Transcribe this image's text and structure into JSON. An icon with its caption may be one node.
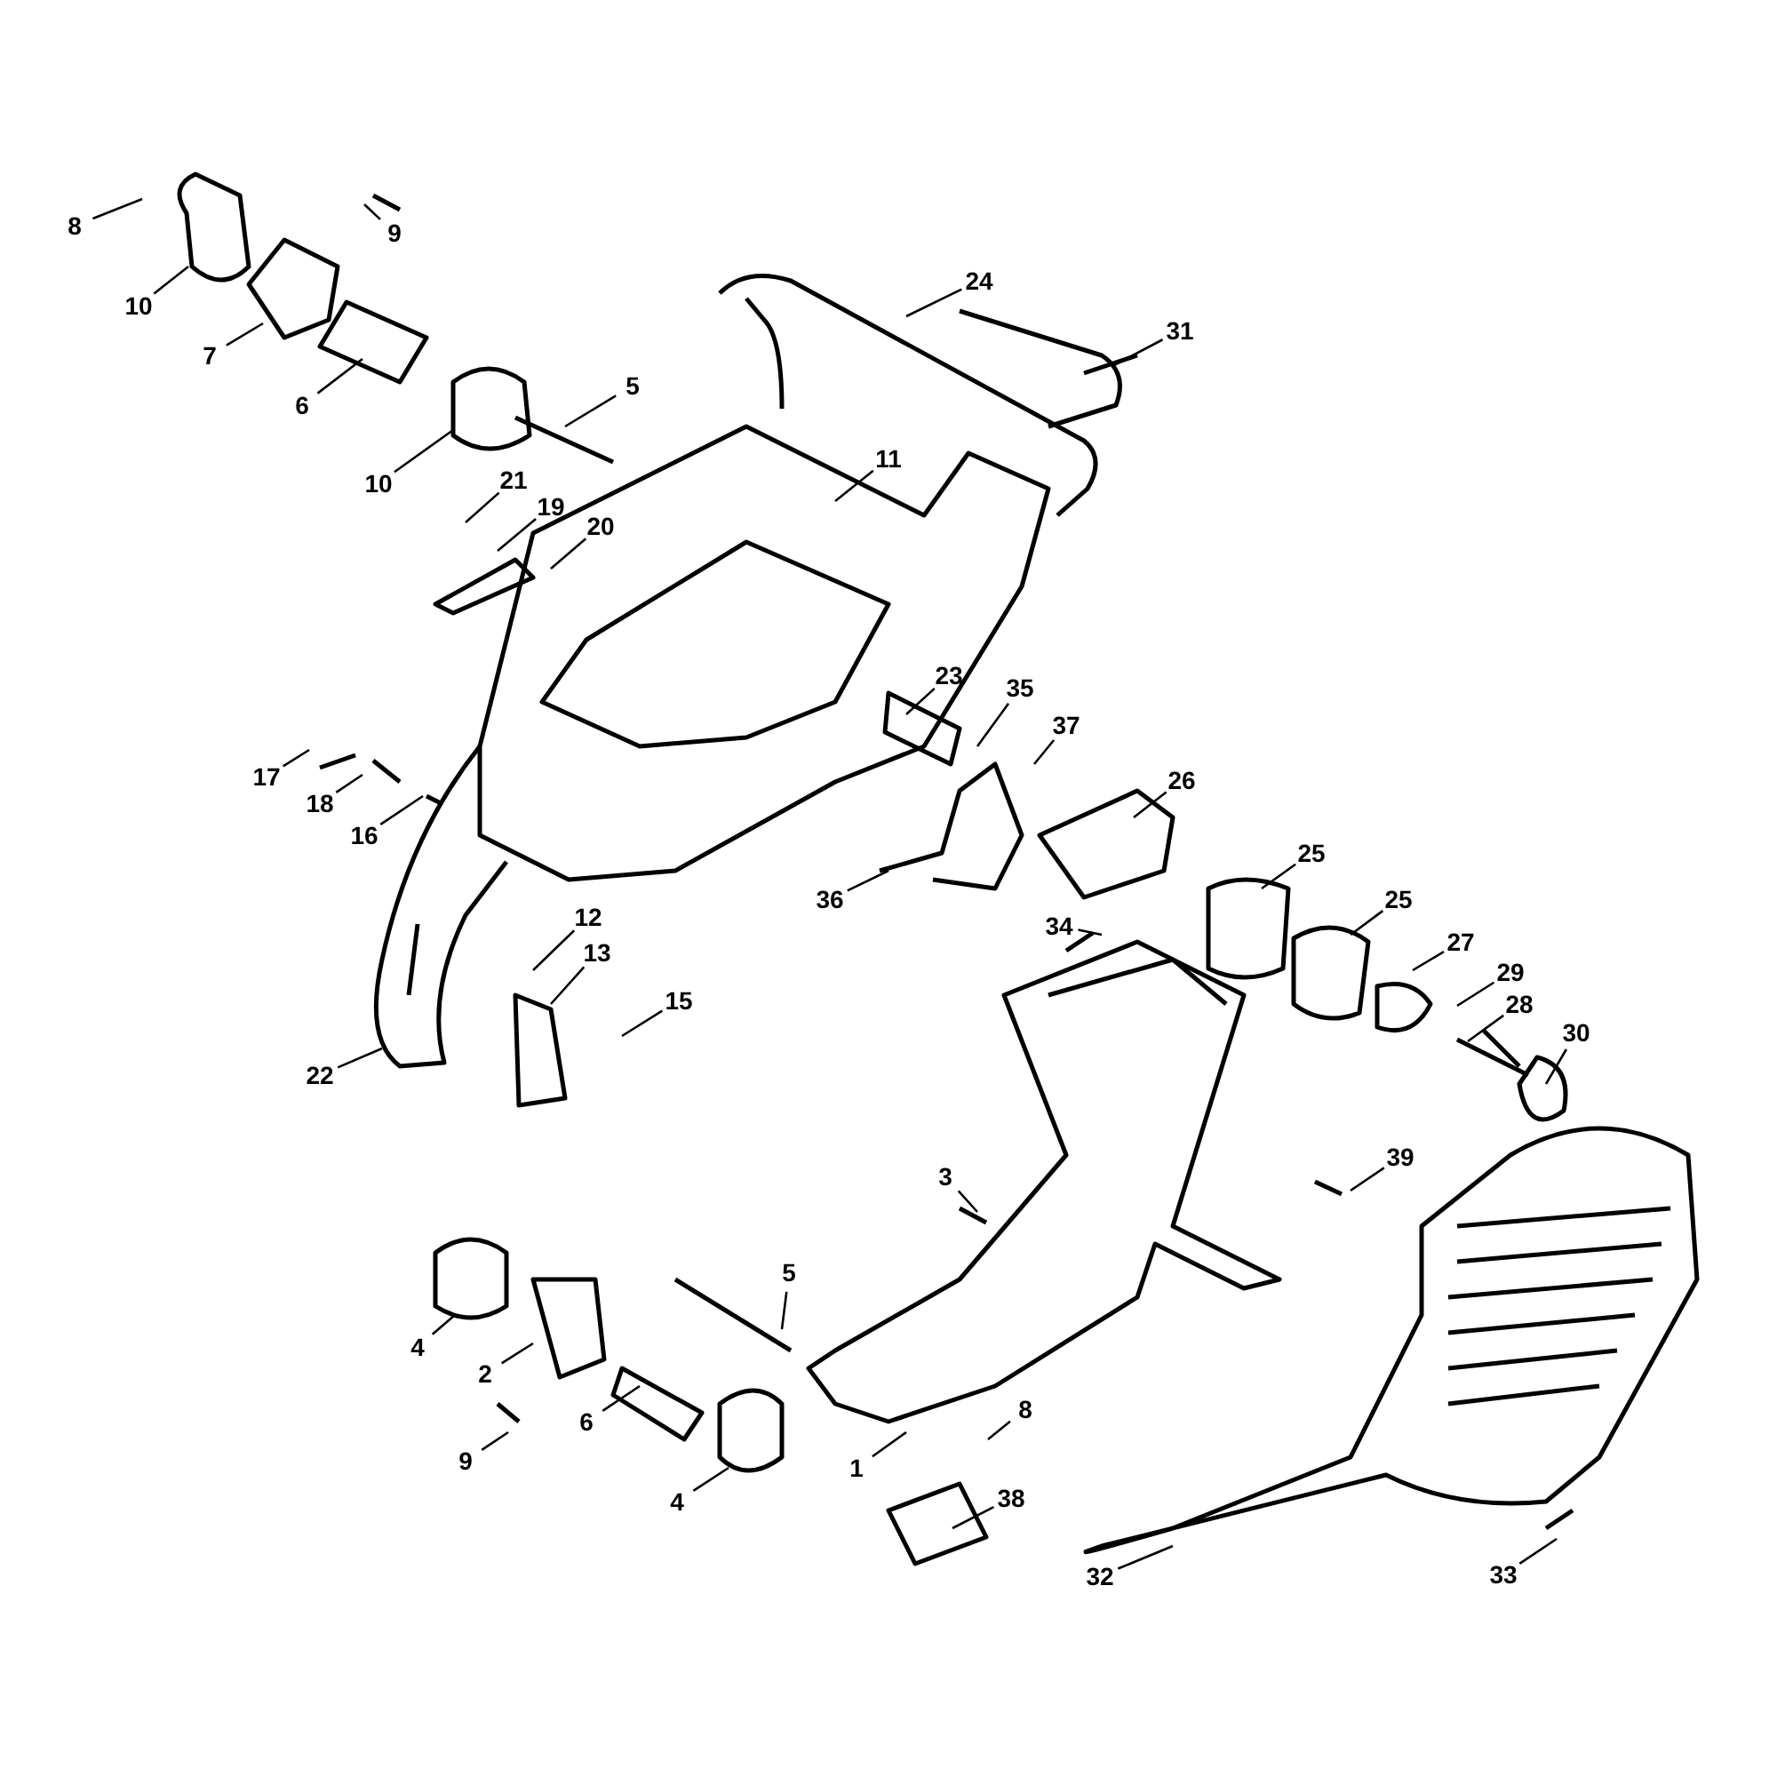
{
  "diagram": {
    "nodes": [
      {
        "text": [
          "8"
        ]
      },
      {
        "text": [
          "9"
        ]
      },
      {
        "text": [
          "10"
        ]
      },
      {
        "text": [
          "7"
        ]
      },
      {
        "text": [
          "24"
        ]
      },
      {
        "text": [
          "31"
        ]
      },
      {
        "text": [
          "6"
        ]
      },
      {
        "text": [
          "5"
        ]
      },
      {
        "text": [
          "10"
        ]
      },
      {
        "text": [
          "11"
        ]
      },
      {
        "text": [
          "21"
        ]
      },
      {
        "text": [
          "19"
        ]
      },
      {
        "text": [
          "20"
        ]
      },
      {
        "text": [
          "23"
        ]
      },
      {
        "text": [
          "35"
        ]
      },
      {
        "text": [
          "37"
        ]
      },
      {
        "text": [
          "17"
        ]
      },
      {
        "text": [
          "18"
        ]
      },
      {
        "text": [
          "16"
        ]
      },
      {
        "text": [
          "26"
        ]
      },
      {
        "text": [
          "36"
        ]
      },
      {
        "text": [
          "25"
        ]
      },
      {
        "text": [
          "25"
        ]
      },
      {
        "text": [
          "34"
        ]
      },
      {
        "text": [
          "12"
        ]
      },
      {
        "text": [
          "13"
        ]
      },
      {
        "text": [
          "27"
        ]
      },
      {
        "text": [
          "29"
        ]
      },
      {
        "text": [
          "28"
        ]
      },
      {
        "text": [
          "30"
        ]
      },
      {
        "text": [
          "15"
        ]
      },
      {
        "text": [
          "22"
        ]
      },
      {
        "text": [
          "3"
        ]
      },
      {
        "text": [
          "39"
        ]
      },
      {
        "text": [
          "5"
        ]
      },
      {
        "text": [
          "4"
        ]
      },
      {
        "text": [
          "2"
        ]
      },
      {
        "text": [
          "8"
        ]
      },
      {
        "text": [
          "6"
        ]
      },
      {
        "text": [
          "9"
        ]
      },
      {
        "text": [
          "1"
        ]
      },
      {
        "text": [
          "4"
        ]
      },
      {
        "text": [
          "38"
        ]
      },
      {
        "text": [
          "32"
        ]
      },
      {
        "text": [
          "33"
        ]
      }
    ],
    "edges": [
      {
        "from": 0,
        "to": null,
        "arrow": "none"
      },
      {
        "from": 1,
        "to": null,
        "arrow": "none"
      },
      {
        "from": 2,
        "to": null,
        "arrow": "none"
      },
      {
        "from": 3,
        "to": null,
        "arrow": "none"
      },
      {
        "from": 4,
        "to": null,
        "arrow": "none"
      },
      {
        "from": 5,
        "to": null,
        "arrow": "none"
      },
      {
        "from": 6,
        "to": null,
        "arrow": "none"
      },
      {
        "from": 7,
        "to": null,
        "arrow": "none"
      },
      {
        "from": 8,
        "to": null,
        "arrow": "none"
      },
      {
        "from": 9,
        "to": null,
        "arrow": "none"
      },
      {
        "from": 10,
        "to": null,
        "arrow": "none"
      },
      {
        "from": 11,
        "to": null,
        "arrow": "none"
      },
      {
        "from": 12,
        "to": null,
        "arrow": "none"
      },
      {
        "from": 13,
        "to": null,
        "arrow": "none"
      },
      {
        "from": 14,
        "to": null,
        "arrow": "none"
      },
      {
        "from": 15,
        "to": null,
        "arrow": "none"
      },
      {
        "from": 16,
        "to": null,
        "arrow": "none"
      },
      {
        "from": 17,
        "to": null,
        "arrow": "none"
      },
      {
        "from": 18,
        "to": null,
        "arrow": "none"
      },
      {
        "from": 19,
        "to": null,
        "arrow": "none"
      },
      {
        "from": 20,
        "to": null,
        "arrow": "none"
      },
      {
        "from": 21,
        "to": null,
        "arrow": "none"
      },
      {
        "from": 22,
        "to": null,
        "arrow": "none"
      },
      {
        "from": 23,
        "to": null,
        "arrow": "none"
      },
      {
        "from": 24,
        "to": null,
        "arrow": "none"
      },
      {
        "from": 25,
        "to": null,
        "arrow": "none"
      },
      {
        "from": 26,
        "to": null,
        "arrow": "none"
      },
      {
        "from": 27,
        "to": null,
        "arrow": "none"
      },
      {
        "from": 28,
        "to": null,
        "arrow": "none"
      },
      {
        "from": 29,
        "to": null,
        "arrow": "none"
      },
      {
        "from": 30,
        "to": null,
        "arrow": "none"
      },
      {
        "from": 31,
        "to": null,
        "arrow": "none"
      },
      {
        "from": 32,
        "to": null,
        "arrow": "none"
      },
      {
        "from": 33,
        "to": null,
        "arrow": "none"
      },
      {
        "from": 34,
        "to": null,
        "arrow": "none"
      },
      {
        "from": 35,
        "to": null,
        "arrow": "none"
      },
      {
        "from": 36,
        "to": null,
        "arrow": "none"
      },
      {
        "from": 37,
        "to": null,
        "arrow": "none"
      },
      {
        "from": 38,
        "to": null,
        "arrow": "none"
      },
      {
        "from": 39,
        "to": null,
        "arrow": "none"
      },
      {
        "from": 40,
        "to": null,
        "arrow": "none"
      },
      {
        "from": 41,
        "to": null,
        "arrow": "none"
      },
      {
        "from": 42,
        "to": null,
        "arrow": "none"
      },
      {
        "from": 43,
        "to": null,
        "arrow": "none"
      },
      {
        "from": 44,
        "to": null,
        "arrow": "none"
      }
    ]
  }
}
